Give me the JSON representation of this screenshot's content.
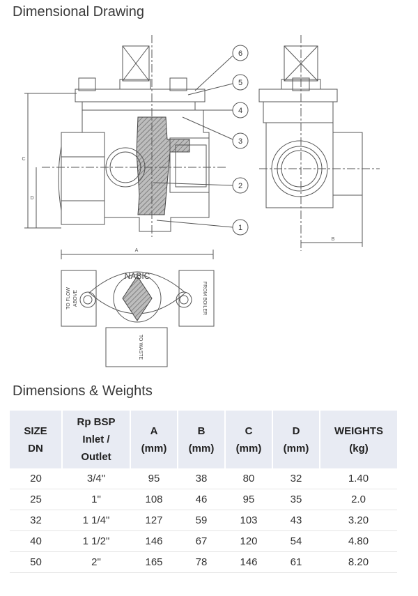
{
  "drawing": {
    "title": "Dimensional Drawing",
    "callouts": [
      "1",
      "2",
      "3",
      "4",
      "5",
      "6"
    ],
    "dim_labels": {
      "A": "A",
      "B": "B",
      "C": "C",
      "D": "D"
    },
    "plan_text": {
      "brand": "NABIC",
      "to_flow": "TO FLOW",
      "above": "ABOVE",
      "from_boiler": "FROM BOILER",
      "to_waste": "TO WASTE"
    }
  },
  "table": {
    "title": "Dimensions & Weights",
    "headers": [
      [
        "SIZE",
        "DN"
      ],
      [
        "Rp BSP",
        "Inlet /",
        "Outlet"
      ],
      [
        "A",
        "(mm)"
      ],
      [
        "B",
        "(mm)"
      ],
      [
        "C",
        "(mm)"
      ],
      [
        "D",
        "(mm)"
      ],
      [
        "WEIGHTS",
        "(kg)"
      ]
    ],
    "rows": [
      [
        "20",
        "3/4\"",
        "95",
        "38",
        "80",
        "32",
        "1.40"
      ],
      [
        "25",
        "1\"",
        "108",
        "46",
        "95",
        "35",
        "2.0"
      ],
      [
        "32",
        "1 1/4\"",
        "127",
        "59",
        "103",
        "43",
        "3.20"
      ],
      [
        "40",
        "1 1/2\"",
        "146",
        "67",
        "120",
        "54",
        "4.80"
      ],
      [
        "50",
        "2\"",
        "165",
        "78",
        "146",
        "61",
        "8.20"
      ]
    ]
  }
}
